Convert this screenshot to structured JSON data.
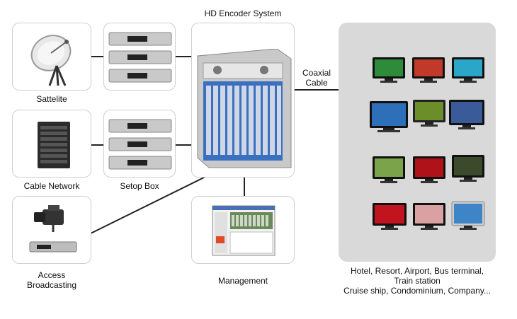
{
  "title": "HD Encoder System",
  "labels": {
    "satellite": "Sattelite",
    "cable_network": "Cable Network",
    "setop_box": "Setop Box",
    "access_line1": "Access",
    "access_line2": "Broadcasting",
    "management": "Management",
    "coaxial_line1": "Coaxial",
    "coaxial_line2": "Cable",
    "venues_line1": "Hotel, Resort, Airport, Bus terminal,",
    "venues_line2": "Train station",
    "venues_line3": "Cruise ship, Condominium, Company..."
  },
  "icons": {
    "satellite": "satellite-dish-icon",
    "cable_network": "server-rack-icon",
    "setop_box": "set-top-box-icon",
    "access": "camera-and-receiver-icon",
    "encoder": "encoder-chassis-icon",
    "management": "monitor-software-icon",
    "tv": "television-icon"
  },
  "colors": {
    "panel": "#d9d9d9",
    "line": "#222222",
    "box_border": "#cfcfcf"
  },
  "tv_rows": [
    [
      {
        "screen": "#2e8b3a"
      },
      {
        "screen": "#c0392b"
      },
      {
        "screen": "#2aa6c9"
      }
    ],
    [
      {
        "screen": "#2d6fb8"
      },
      {
        "screen": "#6b8e2a"
      },
      {
        "screen": "#3b5a9a"
      }
    ],
    [
      {
        "screen": "#7aa34a"
      },
      {
        "screen": "#b0121a"
      },
      {
        "screen": "#3a4a2a"
      }
    ],
    [
      {
        "screen": "#c2141f"
      },
      {
        "screen": "#d9a1a1"
      },
      {
        "screen": "#3d85c6"
      }
    ]
  ]
}
